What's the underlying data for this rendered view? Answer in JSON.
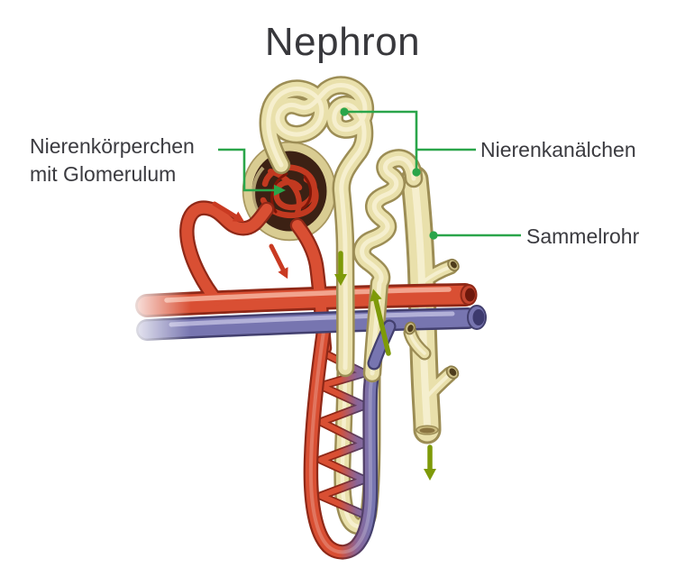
{
  "title": "Nephron",
  "labels": {
    "corpuscle_line1": "Nierenkörperchen",
    "corpuscle_line2": "mit Glomerulum",
    "tubule": "Nierenkanälchen",
    "collecting_duct": "Sammelrohr"
  },
  "connectors": {
    "color": "#2aa54a",
    "items": [
      {
        "name": "renal-corpuscle-pointer",
        "style": "elbow-line-with-arrowhead",
        "points_to": "glomerulus"
      },
      {
        "name": "renal-tubule-pointer",
        "style": "elbow-line-with-two-dots",
        "points_to": "convoluted tubules"
      },
      {
        "name": "collecting-duct-pointer",
        "style": "line-with-dot",
        "points_to": "collecting duct"
      }
    ]
  },
  "flow_arrows": {
    "blood_flow": {
      "color": "#c93a22",
      "count": 2,
      "directions": [
        "down-right",
        "down-right"
      ]
    },
    "filtrate_flow": {
      "color": "#7e9a08",
      "count": 3,
      "directions": [
        "down",
        "up",
        "down"
      ]
    }
  },
  "illustration_colors": {
    "artery_red": "#d94f33",
    "artery_outline": "#8f2817",
    "vein_blue": "#7775b0",
    "vein_outline": "#43406f",
    "tubule_yellow": "#e9e0ab",
    "tubule_outline": "#9c8d55",
    "capsule_interior_brown": "#3c2114",
    "capsule_ring_tan": "#d9cc92",
    "capillary_red": "#c23920",
    "text_color": "#3b3b40"
  }
}
